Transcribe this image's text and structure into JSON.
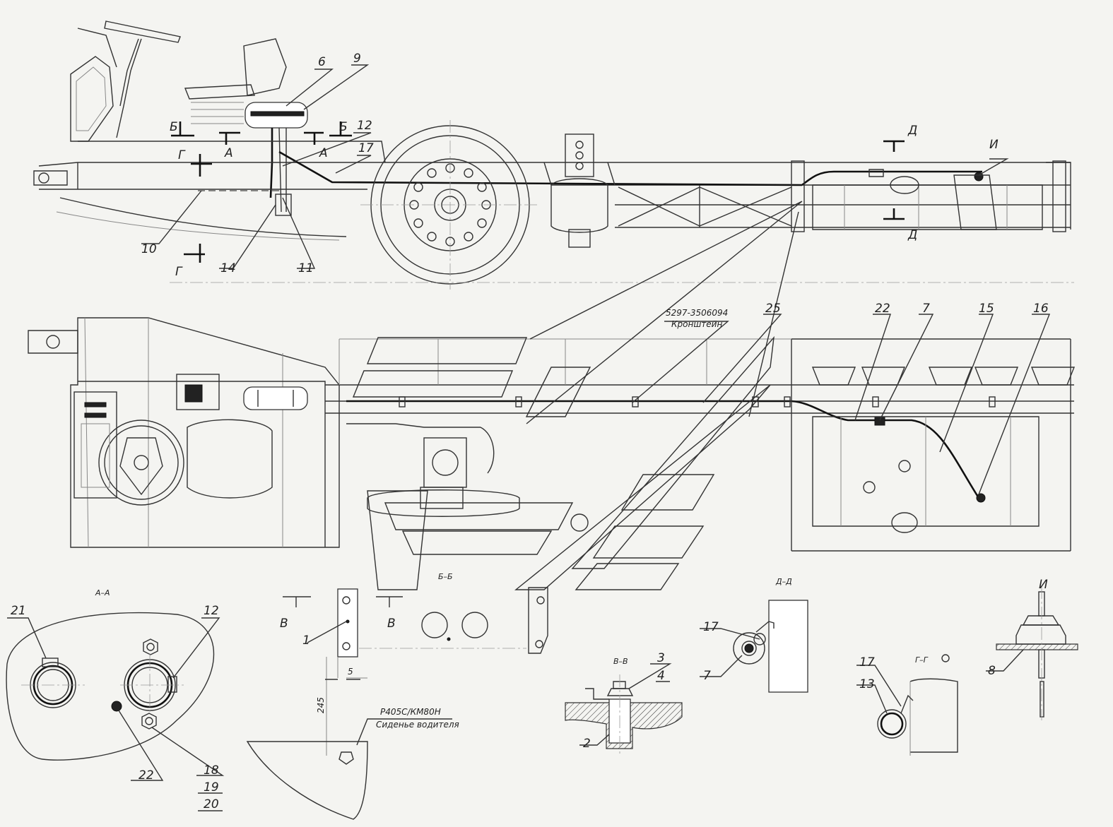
{
  "callouts": {
    "n1": "1",
    "n2": "2",
    "n3": "3",
    "n4": "4",
    "n5": "5",
    "n6": "6",
    "n7": "7",
    "n8": "8",
    "n9": "9",
    "n10": "10",
    "n11": "11",
    "n12": "12",
    "n13": "13",
    "n14": "14",
    "n15": "15",
    "n16": "16",
    "n17": "17",
    "n18": "18",
    "n19": "19",
    "n20": "20",
    "n21": "21",
    "n22": "22",
    "n25": "25"
  },
  "section_marks": {
    "B": "Б",
    "A": "А",
    "G": "Г",
    "D": "Д",
    "I": "И",
    "V": "В"
  },
  "section_titles": {
    "aa": "А–А",
    "bb": "Б–Б",
    "vv": "В–В",
    "dd": "Д–Д",
    "gg": "Г–Г",
    "ii": "И"
  },
  "notes": {
    "bracket_part": "5297-3506094",
    "bracket_name": "Кронштейн",
    "seat_model": "Р405С/КМ80Н",
    "seat_name": "Сиденье водителя"
  },
  "dimensions": {
    "d5": "5",
    "d245": "245"
  }
}
